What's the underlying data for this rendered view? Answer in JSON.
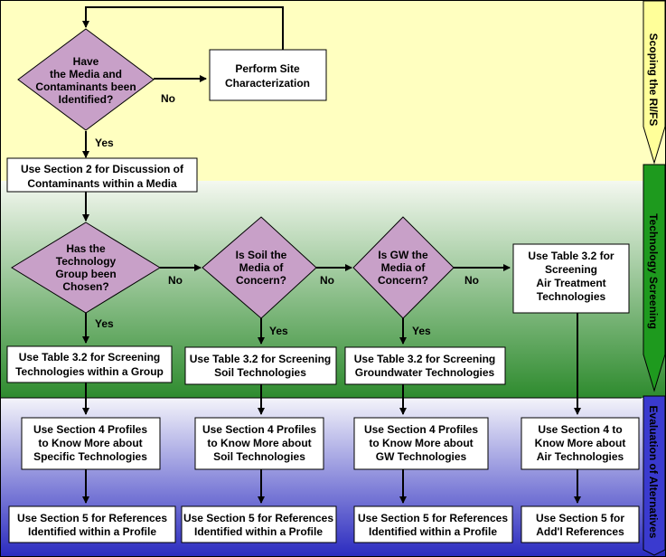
{
  "colors": {
    "scoping_band": "#FFFFC0",
    "screening_band_top": "#F4F8F0",
    "screening_band_bottom": "#2E8B2E",
    "evaluation_band_top": "#F4F4FA",
    "evaluation_band_bottom": "#2A2ABF",
    "decision_fill": "#C8A0C8",
    "box_fill": "#FFFFFF",
    "arrow_scoping": "#FFFF99",
    "arrow_screening": "#1E9A1E",
    "arrow_evaluation": "#3A3ACF"
  },
  "phases": {
    "scoping": "Scoping the RI/FS",
    "screening": "Technology Screening",
    "evaluation": "Evaluation of Alternatives"
  },
  "decisions": {
    "media_identified": [
      "Have",
      "the Media and",
      "Contaminants been",
      "Identified?"
    ],
    "technology_group": [
      "Has the",
      "Technology",
      "Group been",
      "Chosen?"
    ],
    "soil_media": [
      "Is Soil the",
      "Media of",
      "Concern?"
    ],
    "gw_media": [
      "Is GW the",
      "Media of",
      "Concern?"
    ]
  },
  "boxes": {
    "site_characterization": [
      "Perform Site",
      "Characterization"
    ],
    "section2": [
      "Use Section 2 for Discussion of",
      "Contaminants within a Media"
    ],
    "table32_air": [
      "Use Table 3.2 for",
      "Screening",
      "Air Treatment",
      "Technologies"
    ],
    "table32_group": [
      "Use Table 3.2 for Screening",
      "Technologies within a Group"
    ],
    "table32_soil": [
      "Use Table 3.2 for Screening",
      "Soil Technologies"
    ],
    "table32_gw": [
      "Use Table 3.2 for Screening",
      "Groundwater Technologies"
    ],
    "section4_specific": [
      "Use Section 4 Profiles",
      "to Know More about",
      "Specific Technologies"
    ],
    "section4_soil": [
      "Use Section 4 Profiles",
      "to Know More about",
      "Soil Technologies"
    ],
    "section4_gw": [
      "Use Section 4 Profiles",
      "to Know More about",
      "GW Technologies"
    ],
    "section4_air": [
      "Use Section 4 to",
      "Know More about",
      "Air Technologies"
    ],
    "section5_specific": [
      "Use Section 5 for References",
      "Identified within a Profile"
    ],
    "section5_soil": [
      "Use Section 5 for References",
      "Identified within a Profile"
    ],
    "section5_gw": [
      "Use Section 5 for References",
      "Identified within a Profile"
    ],
    "section5_air": [
      "Use Section 5 for",
      "Add'l References"
    ]
  },
  "edge_labels": {
    "yes": "Yes",
    "no": "No"
  }
}
